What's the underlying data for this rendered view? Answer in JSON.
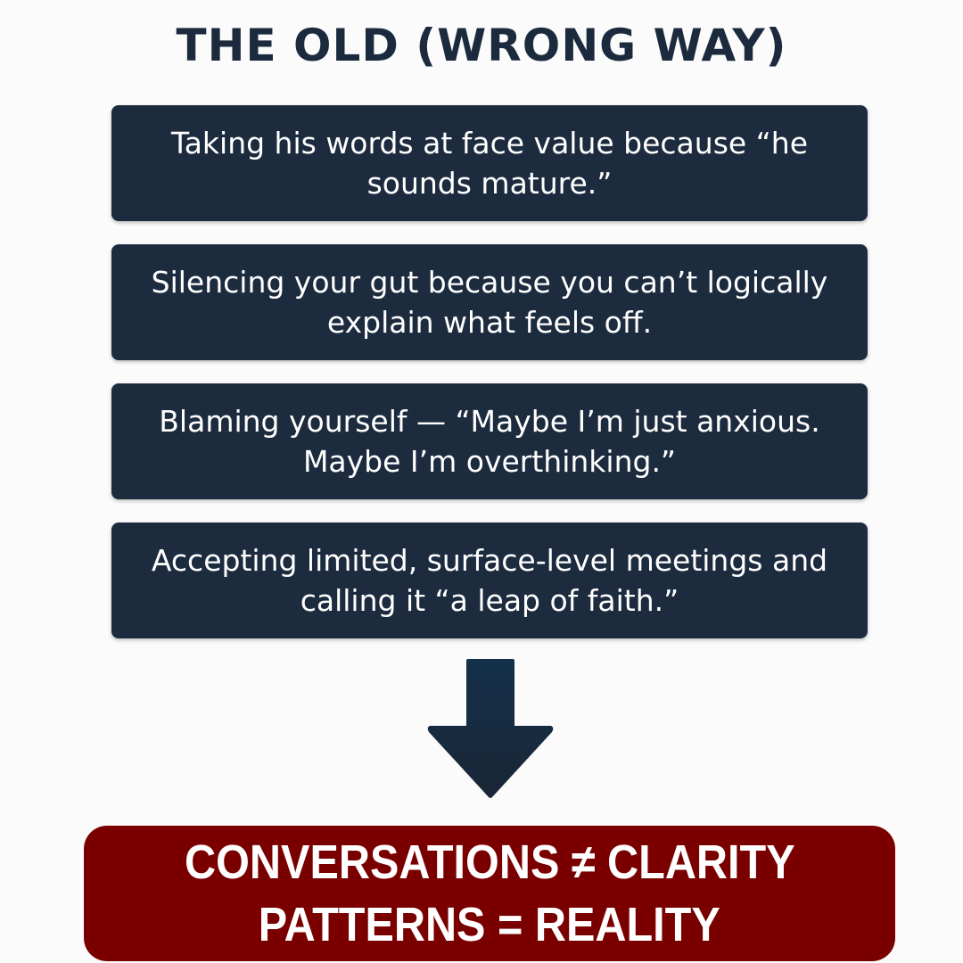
{
  "title": "THE OLD (WRONG WAY)",
  "items": [
    {
      "text": "Taking his words at face value because “he sounds mature.”"
    },
    {
      "text": "Silencing your gut because you can’t logically explain what feels off."
    },
    {
      "text": "Blaming yourself — “Maybe I’m just anxious. Maybe I’m overthinking.”"
    },
    {
      "text": "Accepting limited, surface-level meetings and calling it “a leap of faith.”"
    }
  ],
  "arrow_icon": "arrow-down-icon",
  "banner": {
    "line1": "CONVERSATIONS ≠ CLARITY",
    "line2": "PATTERNS = REALITY"
  },
  "colors": {
    "box": "#1c2b3e",
    "banner": "#7a0000",
    "title": "#1b2a3d"
  }
}
